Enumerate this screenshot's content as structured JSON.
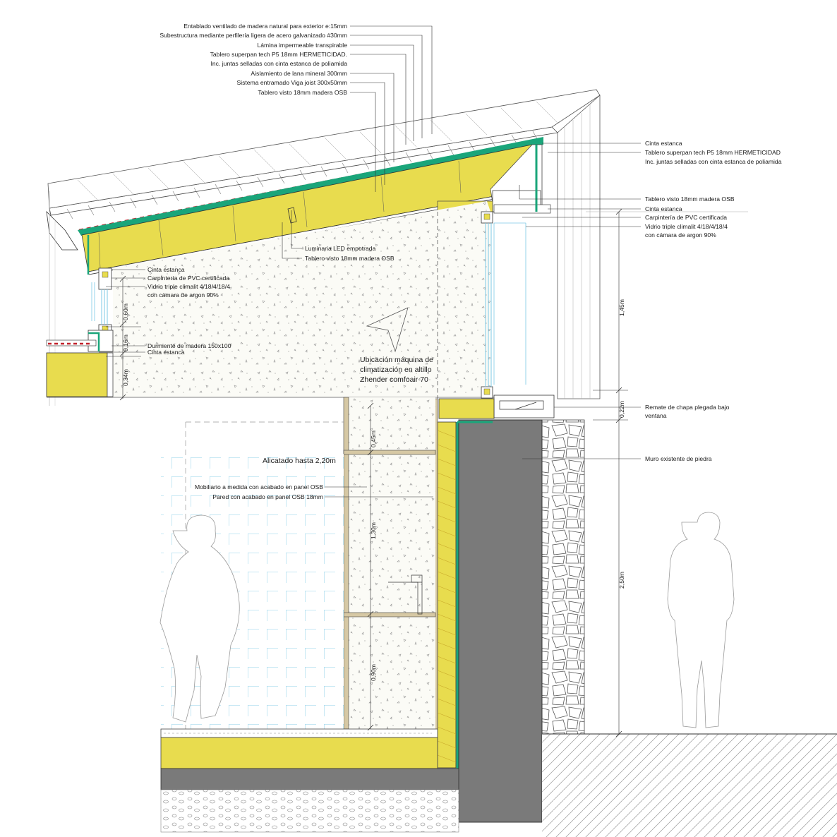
{
  "roof_callouts": [
    "Entablado ventilado de madera natural para exterior e:15mm",
    "Subestructura mediante perfilería ligera de acero galvanizado #30mm",
    "Lámina impermeable transpirable",
    "Tablero superpan tech P5 18mm HERMETICIDAD.",
    "Inc. juntas selladas con cinta estanca de poliamida",
    "Aislamiento de lana mineral 300mm",
    "Sistema entramado Viga joist 300x50mm",
    "Tablero visto 18mm madera OSB"
  ],
  "right_callouts": [
    "Cinta estanca",
    "Tablero superpan tech P5 18mm HERMETICIDAD",
    "Inc. juntas selladas con cinta estanca de poliamida",
    "Tablero visto 18mm madera OSB",
    "Cinta estanca",
    "Carpintería de PVC certificada",
    "Vidrio triple climalit 4/18/4/18/4",
    "con cámara de argon 90%",
    "Remate de chapa plegada bajo",
    "ventana",
    "Muro existente de piedra"
  ],
  "left_callouts": [
    "Cinta estanca",
    "Carpintería de PVC certificada",
    "Vidrio triple climalit 4/18/4/18/4",
    "con cámara de argon 90%",
    "Durmiente de madera 150x100",
    "Cinta estanca"
  ],
  "center_callouts": [
    "Luminaria LED empotrada",
    "Tablero visto 18mm madera OSB",
    "Ubicación máquina de",
    "climatización en altillo",
    "Zhender comfoair 70",
    "Alicatado hasta 2,20m",
    "Mobiliario a medida con acabado en panel OSB",
    "Pared con acabado en panel OSB 18mm"
  ],
  "dimensions": {
    "left": [
      "0,60m",
      "0,16m",
      "0,34m"
    ],
    "right": [
      "1,45m",
      "0,22m",
      "2,50m"
    ],
    "shelf": [
      "0,45m",
      "1,30m",
      "0,90m"
    ]
  },
  "colors": {
    "insulation": "#e8dc4e",
    "membrane": "#1aa57a",
    "glass": "#7cc9e6",
    "tile": "#8fd0ea",
    "stone_wall_core": "#7a7a7a",
    "red_dash": "#c0202a"
  }
}
